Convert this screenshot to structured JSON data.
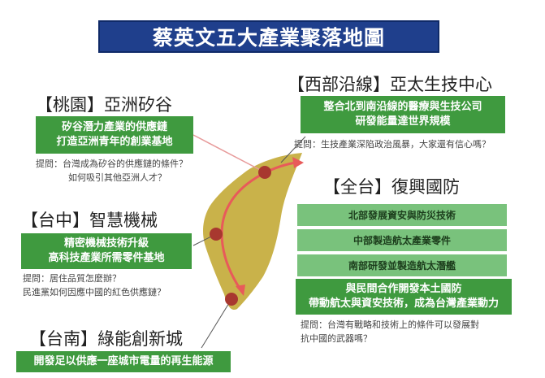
{
  "title": "蔡英文五大產業聚落地圖",
  "colors": {
    "banner": "#1f3f8c",
    "box_dark_green": "#3f9a3f",
    "box_light_green": "#79c27c",
    "island": "#c9b24a",
    "arrow": "#e85a5a",
    "marker": "#a8382f"
  },
  "regions": {
    "taoyuan": {
      "heading": "【桃園】亞洲矽谷",
      "lines": [
        "矽谷潛力產業的供應鏈",
        "打造亞洲青年的創業基地"
      ],
      "question": [
        "提問：台灣成為矽谷的供應鏈的條件？",
        "如何吸引其他亞洲人才？"
      ]
    },
    "west_coast": {
      "heading": "【西部沿線】亞太生技中心",
      "lines": [
        "整合北到南沿線的醫療與生技公司",
        "研發能量達世界規模"
      ],
      "question": [
        "提問：生技產業深陷政治風暴，大家還有信心嗎？"
      ]
    },
    "taichung": {
      "heading": "【台中】智慧機械",
      "lines": [
        "精密機械技術升級",
        "高科技產業所需零件基地"
      ],
      "question": [
        "提問：居住品質怎麼辦？",
        "民進黨如何因應中國的紅色供應鏈？"
      ]
    },
    "national": {
      "heading": "【全台】復興國防",
      "items": [
        "北部發展資安與防災技術",
        "中部製造航太產業零件",
        "南部研發並製造航太潛艦"
      ],
      "lines": [
        "與民間合作開發本土國防",
        "帶動航太與資安技術，成為台灣產業動力"
      ],
      "question": [
        "提問：台灣有戰略和技術上的條件可以發展對",
        "抗中國的武器嗎？"
      ]
    },
    "tainan": {
      "heading": "【台南】綠能創新城",
      "lines": [
        "開發足以供應一座城市電量的再生能源"
      ]
    }
  }
}
